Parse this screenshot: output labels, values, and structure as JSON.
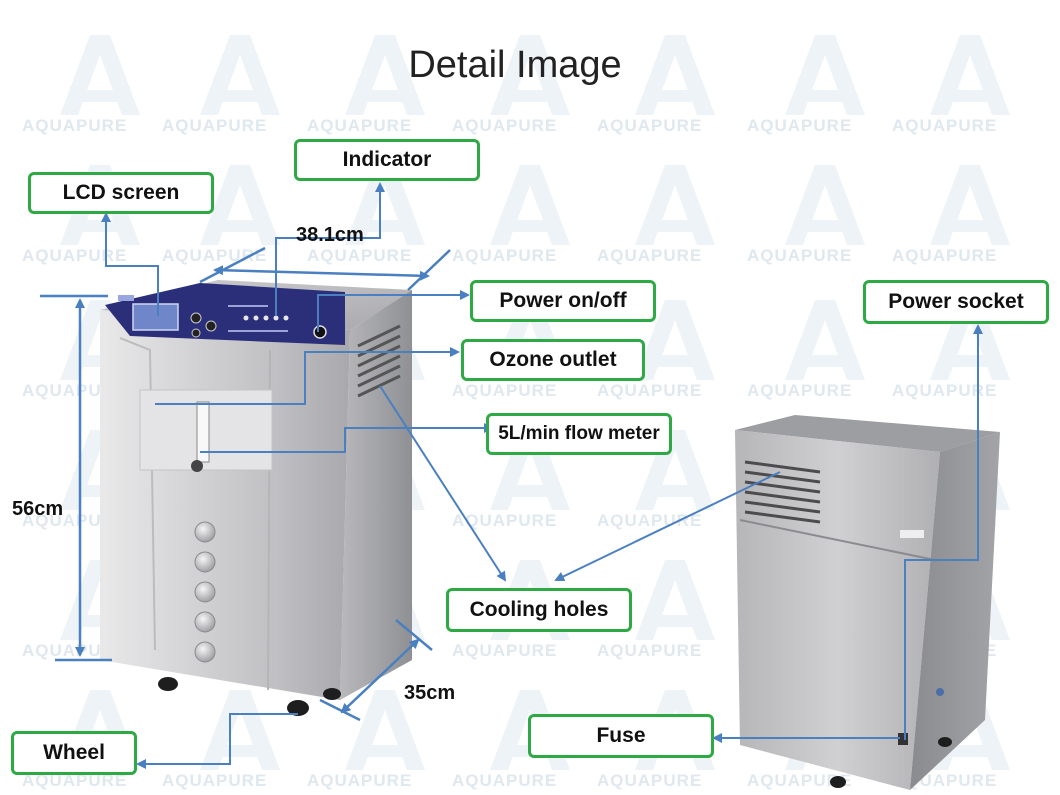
{
  "title": "Detail Image",
  "watermark": "AQUAPURE",
  "callouts": {
    "lcd_screen": "LCD screen",
    "indicator": "Indicator",
    "power_onoff": "Power on/off",
    "ozone_outlet": "Ozone outlet",
    "flow_meter": "5L/min flow meter",
    "cooling_holes": "Cooling holes",
    "power_socket": "Power socket",
    "fuse": "Fuse",
    "wheel": "Wheel"
  },
  "dimensions": {
    "width": "38.1cm",
    "height": "56cm",
    "depth": "35cm"
  },
  "colors": {
    "callout_border": "#2eaa45",
    "arrow": "#4a7fc0",
    "panel": "#2b2f7a",
    "watermark": "#dfe8ef"
  }
}
